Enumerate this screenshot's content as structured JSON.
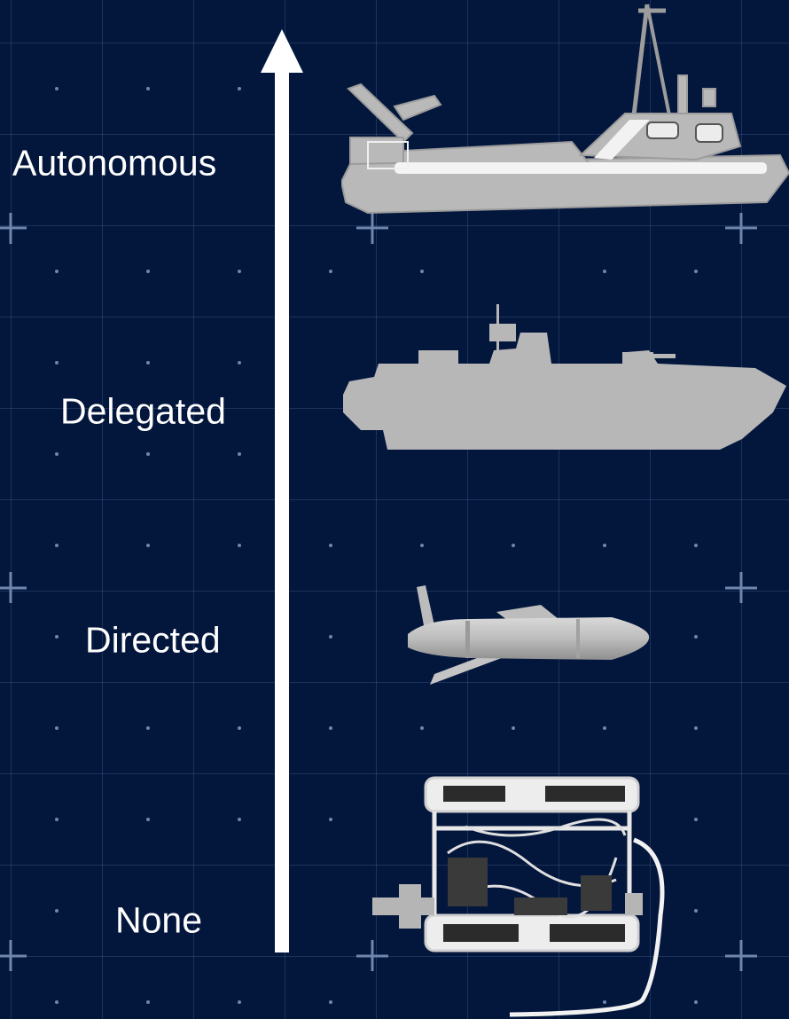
{
  "axis": {
    "direction": "up",
    "color": "#ffffff"
  },
  "levels": [
    {
      "label": "Autonomous",
      "icon": "autonomous-surface-vessel-icon"
    },
    {
      "label": "Delegated",
      "icon": "armed-patrol-boat-icon"
    },
    {
      "label": "Directed",
      "icon": "cruise-missile-icon"
    },
    {
      "label": "None",
      "icon": "tethered-rov-icon"
    }
  ],
  "colors": {
    "background": "#03163c",
    "grid": "#3a5582",
    "silhouette": "#b8b8b8",
    "text": "#ffffff"
  }
}
